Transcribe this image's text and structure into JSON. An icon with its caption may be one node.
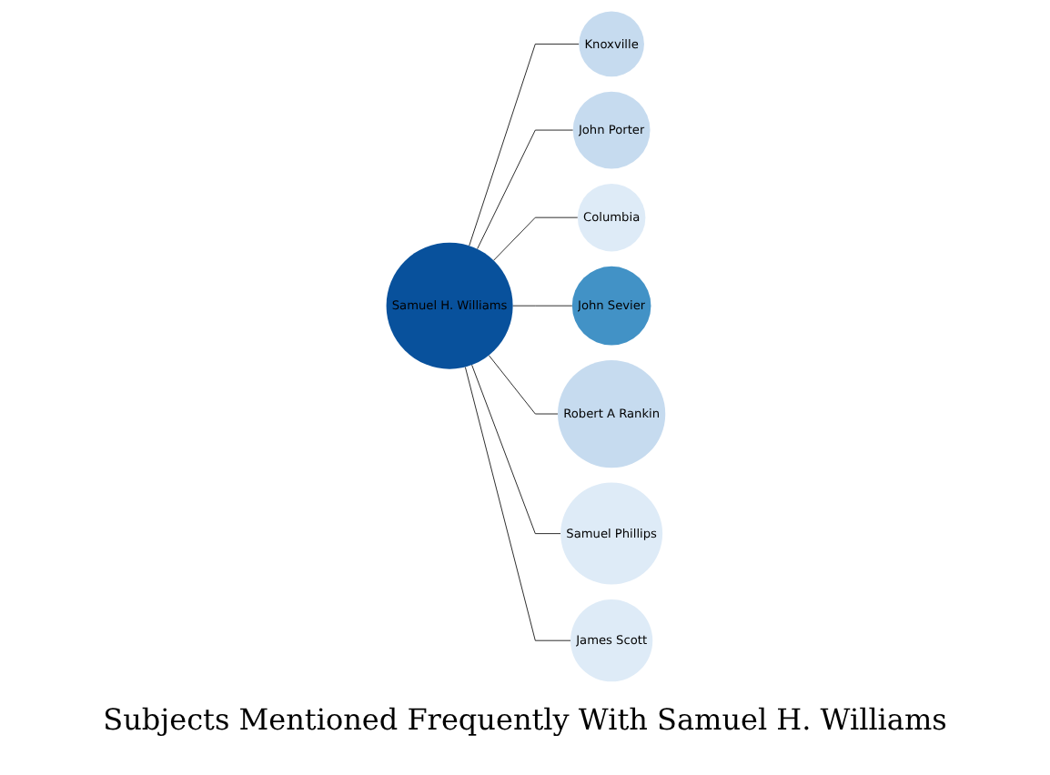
{
  "diagram": {
    "caption": "Subjects Mentioned Frequently With Samuel H. Williams",
    "nodes": [
      {
        "text": [
          "Knoxville"
        ]
      },
      {
        "text": [
          "John Porter"
        ]
      },
      {
        "text": [
          "Columbia"
        ]
      },
      {
        "text": [
          "Samuel H. Williams"
        ]
      },
      {
        "text": [
          "John Sevier"
        ]
      },
      {
        "text": [
          "Robert A Rankin"
        ]
      },
      {
        "text": [
          "Samuel Phillips"
        ]
      },
      {
        "text": [
          "James Scott"
        ]
      }
    ],
    "edges": [
      {
        "from": 3,
        "to": 0,
        "arrow": "none"
      },
      {
        "from": 3,
        "to": 1,
        "arrow": "none"
      },
      {
        "from": 3,
        "to": 2,
        "arrow": "none"
      },
      {
        "from": 3,
        "to": 4,
        "arrow": "none"
      },
      {
        "from": 3,
        "to": 5,
        "arrow": "none"
      },
      {
        "from": 3,
        "to": 6,
        "arrow": "none"
      },
      {
        "from": 3,
        "to": 7,
        "arrow": "none"
      }
    ]
  }
}
